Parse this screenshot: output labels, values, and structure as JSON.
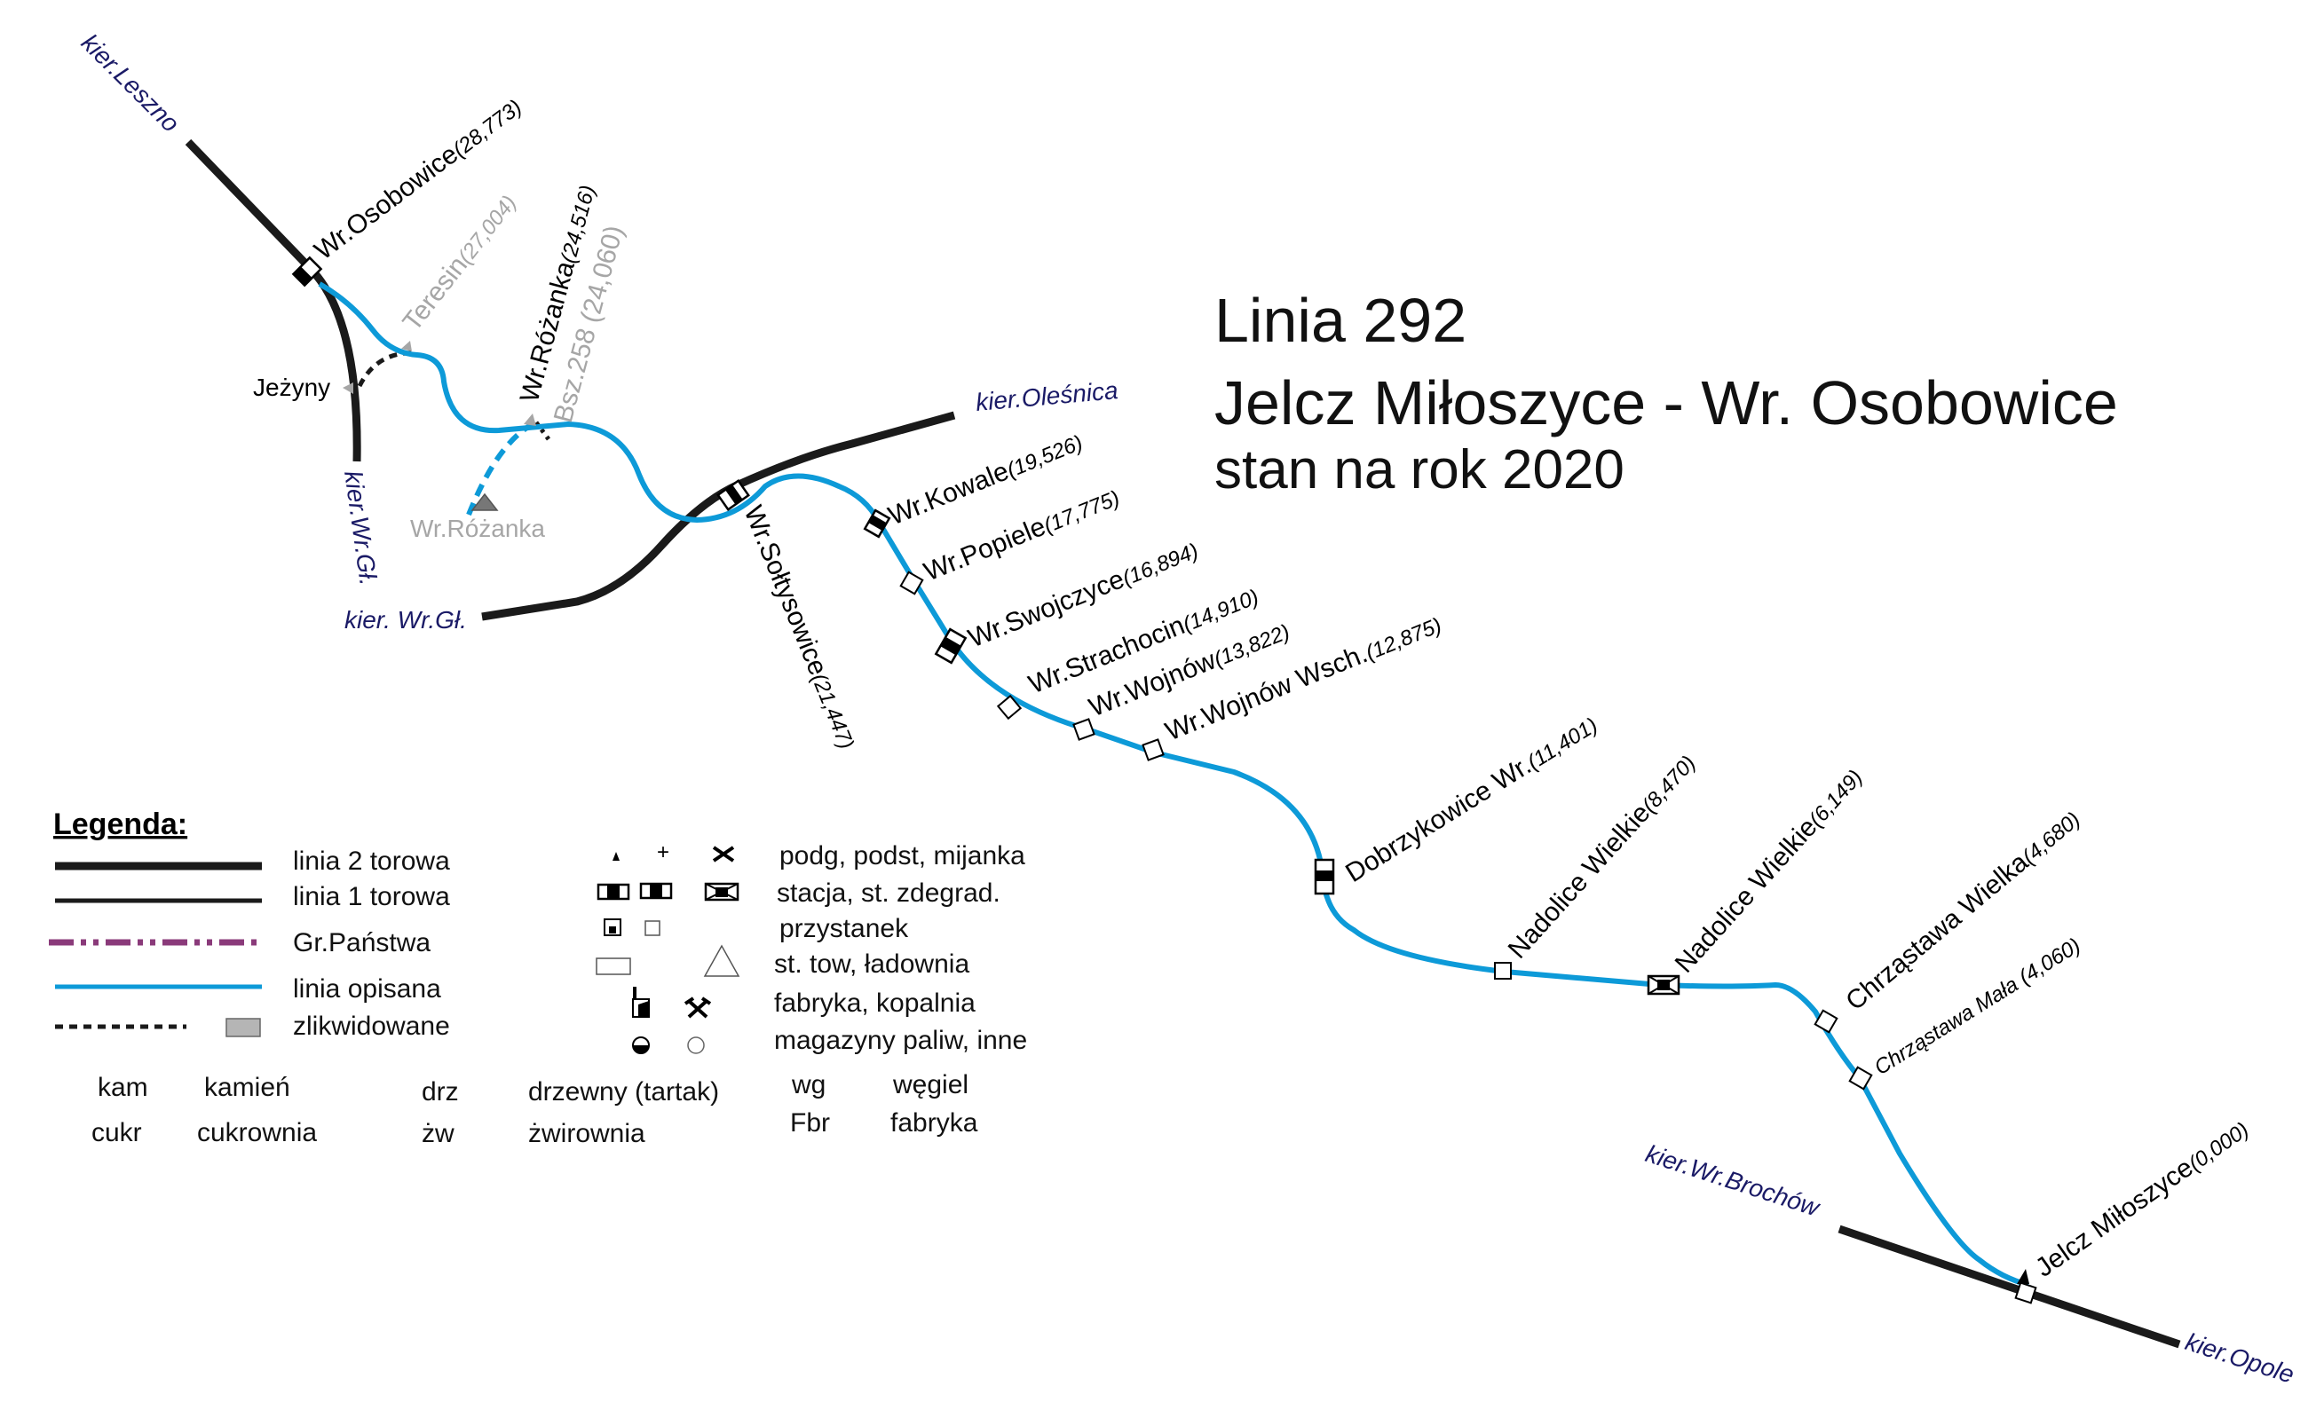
{
  "title": {
    "line1": "Linia 292",
    "line2": "Jelcz Miłoszyce - Wr. Osobowice",
    "line3": "stan na rok 2020"
  },
  "directions": {
    "leszno": "kier.Leszno",
    "olesnica": "kier.Oleśnica",
    "wrgl_vertical": "kier.Wr.Gł.",
    "wrgl": "kier. Wr.Gł.",
    "brochow": "kier.Wr.Brochów",
    "opole": "kier.Opole"
  },
  "stations": {
    "osobowice": {
      "name": "Wr.Osobowice",
      "km": "(28,773)"
    },
    "teresin": {
      "name": "Teresin",
      "km": "(27,004)"
    },
    "jezyny": {
      "name": "Jeżyny"
    },
    "rozanka_line": {
      "name": "Wr.Różanka",
      "km": "(24,516)"
    },
    "bsz": {
      "name": "Bsz.258 (24,060)"
    },
    "rozanka_old": {
      "name": "Wr.Różanka"
    },
    "soltysowice": {
      "name": "Wr.Sołtysowice",
      "km": "(21,447)"
    },
    "kowale": {
      "name": "Wr.Kowale",
      "km": "(19,526)"
    },
    "popiele": {
      "name": "Wr.Popiele",
      "km": "(17,775)"
    },
    "swojczyce": {
      "name": "Wr.Swojczyce",
      "km": "(16,894)"
    },
    "strachocin": {
      "name": "Wr.Strachocin",
      "km": "(14,910)"
    },
    "wojnow": {
      "name": "Wr.Wojnów",
      "km": "(13,822)"
    },
    "wojnow_wsch": {
      "name": "Wr.Wojnów Wsch.",
      "km": "(12,875)"
    },
    "dobrzykowice": {
      "name": "Dobrzykowice Wr.",
      "km": "(11,401)"
    },
    "nadolice1": {
      "name": "Nadolice Wielkie",
      "km": "(8,470)"
    },
    "nadolice2": {
      "name": "Nadolice Wielkie",
      "km": "(6,149)"
    },
    "chrzastawa_w": {
      "name": "Chrząstawa Wielka",
      "km": "(4,680)"
    },
    "chrzastawa_m": {
      "name": "Chrząstawa Mała (4,060)"
    },
    "jelcz": {
      "name": "Jelcz Miłoszyce",
      "km": "(0,000)"
    }
  },
  "legend": {
    "heading": "Legenda:",
    "double_track": "linia 2 torowa",
    "single_track": "linia 1 torowa",
    "border": "Gr.Państwa",
    "described": "linia opisana",
    "removed": "zlikwidowane",
    "stops": "podg,  podst,  mijanka",
    "stations": "stacja, st. zdegrad.",
    "halt": "przystanek",
    "freight": "st. tow,  ładownia",
    "factory": "fabryka, kopalnia",
    "storage": "magazyny paliw, inne",
    "plus_glyph": "+",
    "abbr": [
      {
        "code": "kam",
        "desc": "kamień"
      },
      {
        "code": "cukr",
        "desc": "cukrownia"
      },
      {
        "code": "drz",
        "desc": "drzewny (tartak)"
      },
      {
        "code": "żw",
        "desc": "żwirownia"
      },
      {
        "code": "wg",
        "desc": "węgiel"
      },
      {
        "code": "Fbr",
        "desc": "fabryka"
      }
    ]
  },
  "colors": {
    "described_line": "#0d9ad8",
    "track": "#1a1a1a",
    "border_line": "#8a3a7a",
    "grey_label": "#a6a6a6",
    "direction_label": "#1a1a66"
  }
}
